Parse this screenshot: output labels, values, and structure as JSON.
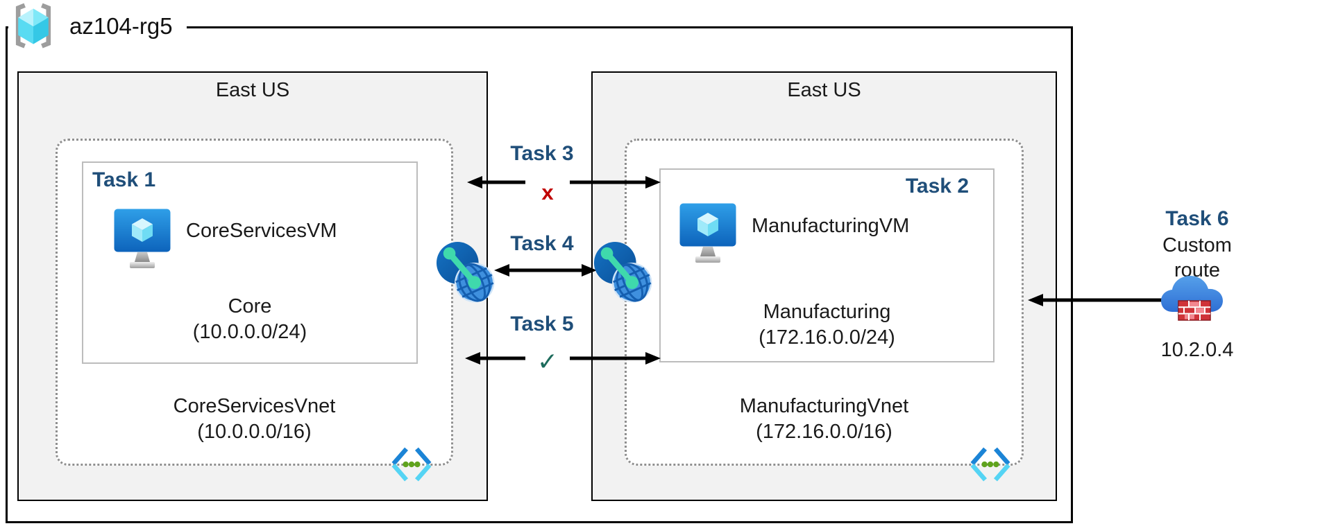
{
  "resource_group": {
    "label": "az104-rg5"
  },
  "regions": {
    "left": {
      "title": "East US",
      "vnet": {
        "name": "CoreServicesVnet",
        "cidr": "(10.0.0.0/16)"
      },
      "subnet": {
        "task_label": "Task 1",
        "vm_name": "CoreServicesVM",
        "name": "Core",
        "cidr": "(10.0.0.0/24)"
      }
    },
    "right": {
      "title": "East US",
      "vnet": {
        "name": "ManufacturingVnet",
        "cidr": "(172.16.0.0/16)"
      },
      "subnet": {
        "task_label": "Task 2",
        "vm_name": "ManufacturingVM",
        "name": "Manufacturing",
        "cidr": "(172.16.0.0/24)"
      }
    }
  },
  "connections": {
    "task3": {
      "label": "Task 3",
      "status": "x"
    },
    "task4": {
      "label": "Task 4"
    },
    "task5": {
      "label": "Task 5",
      "status": "✓"
    }
  },
  "custom_route": {
    "task_label": "Task 6",
    "name": "Custom route",
    "ip": "10.2.0.4"
  },
  "icons": {
    "resource_group": "azure-resource-group-cube",
    "virtual_machine": "azure-vm-monitor",
    "vnet_peering": "azure-vnet-peering-globe",
    "virtual_network": "azure-vnet-chevrons",
    "custom_route_appliance": "cloud-firewall"
  },
  "colors": {
    "task_label": "#1f4e79",
    "blocked_x": "#c00000",
    "allowed_check": "#1d6b5c",
    "arrow": "#000000",
    "region_fill": "#f2f2f2",
    "vnet_green_dot": "#5fa31d",
    "azure_blue": "#0d63bb",
    "cyan": "#50e6ff"
  }
}
